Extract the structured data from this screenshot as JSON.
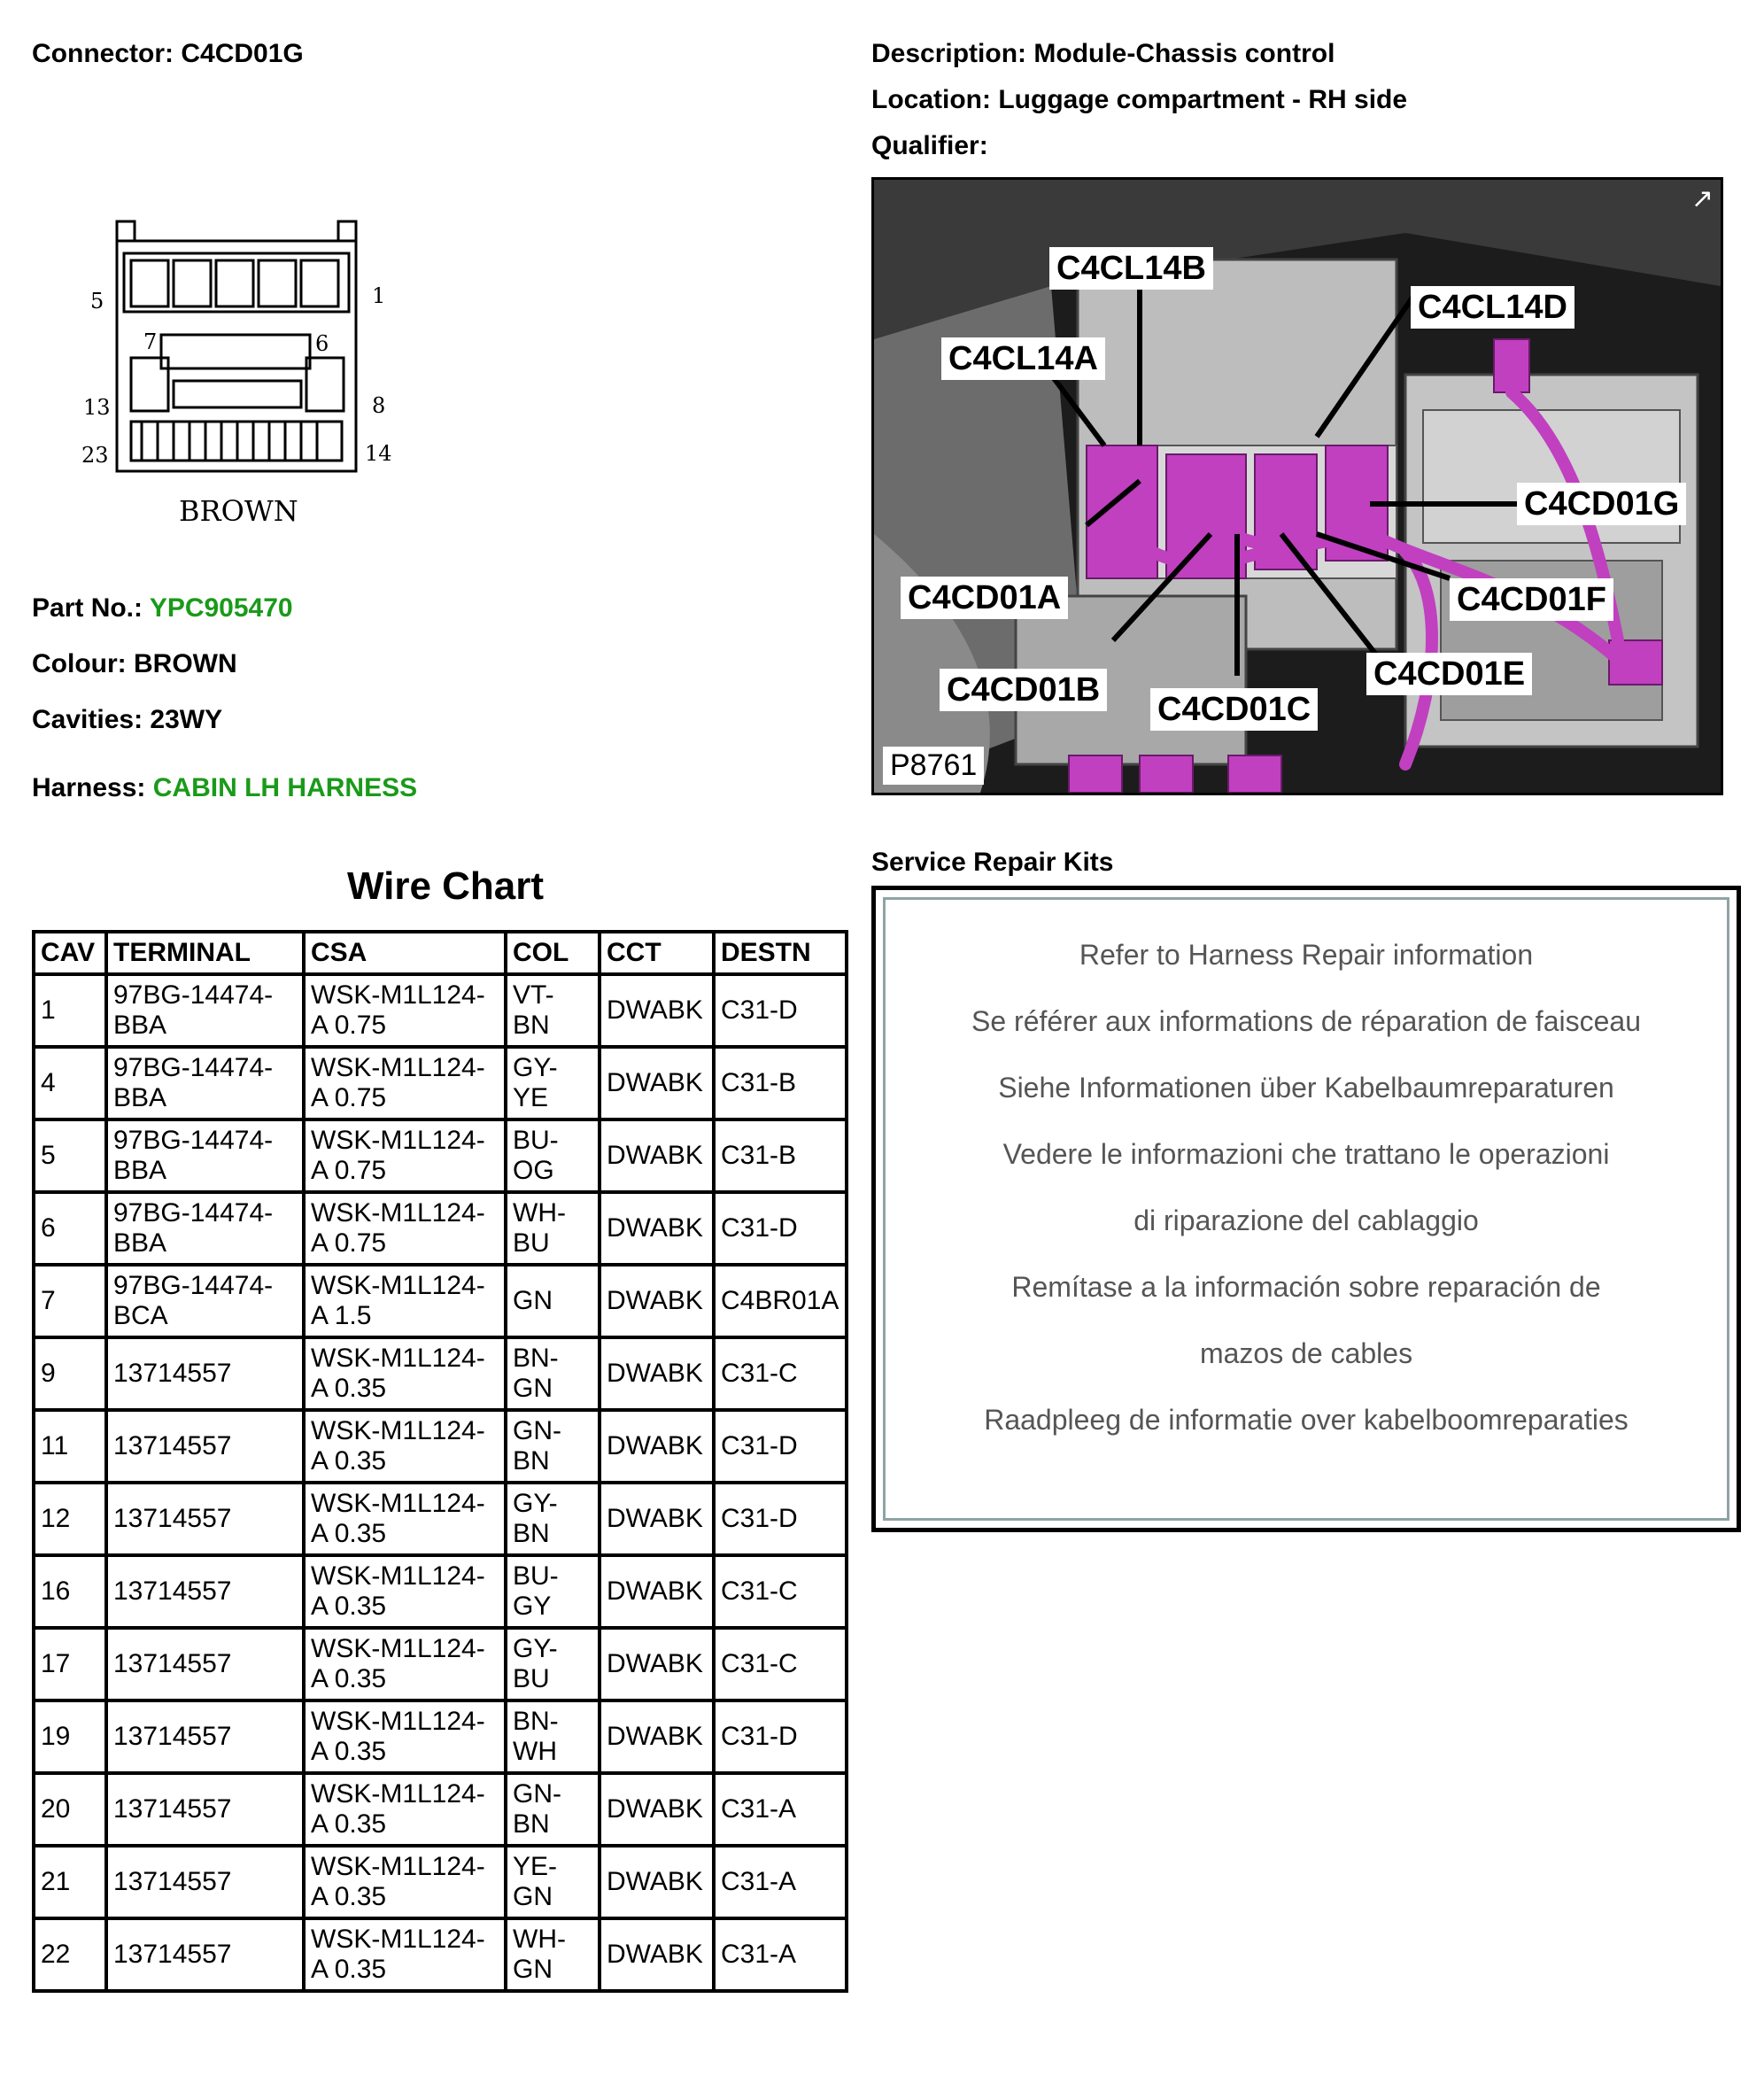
{
  "header": {
    "connector_label": "Connector:",
    "connector_value": "C4CD01G",
    "description_label": "Description:",
    "description_value": "Module-Chassis control",
    "location_label": "Location:",
    "location_value": "Luggage compartment - RH side",
    "qualifier_label": "Qualifier:"
  },
  "connector_view": {
    "pin_labels": [
      "5",
      "1",
      "7",
      "6",
      "13",
      "8",
      "23",
      "14"
    ],
    "colour_caption": "BROWN"
  },
  "details": {
    "part_no_label": "Part No.:",
    "part_no_value": "YPC905470",
    "colour_label": "Colour:",
    "colour_value": "BROWN",
    "cavities_label": "Cavities:",
    "cavities_value": "23WY",
    "harness_label": "Harness:",
    "harness_value": "CABIN LH HARNESS",
    "link_color": "#1a9a1a"
  },
  "photo": {
    "id": "P8761",
    "callouts": [
      "C4CL14B",
      "C4CL14D",
      "C4CL14A",
      "C4CD01G",
      "C4CD01A",
      "C4CD01F",
      "C4CD01E",
      "C4CD01B",
      "C4CD01C"
    ],
    "connector_color": "#c040c0"
  },
  "wire_chart": {
    "title": "Wire Chart",
    "headers": [
      "CAV",
      "TERMINAL",
      "CSA",
      "COL",
      "CCT",
      "DESTN"
    ],
    "rows": [
      [
        "1",
        "97BG-14474-\nBBA",
        "WSK-M1L124-\nA 0.75",
        "VT-\nBN",
        "DWABK",
        "C31-D"
      ],
      [
        "4",
        "97BG-14474-\nBBA",
        "WSK-M1L124-\nA 0.75",
        "GY-\nYE",
        "DWABK",
        "C31-B"
      ],
      [
        "5",
        "97BG-14474-\nBBA",
        "WSK-M1L124-\nA 0.75",
        "BU-\nOG",
        "DWABK",
        "C31-B"
      ],
      [
        "6",
        "97BG-14474-\nBBA",
        "WSK-M1L124-\nA 0.75",
        "WH-\nBU",
        "DWABK",
        "C31-D"
      ],
      [
        "7",
        "97BG-14474-\nBCA",
        "WSK-M1L124-\nA 1.5",
        "GN",
        "DWABK",
        "C4BR01A"
      ],
      [
        "9",
        "13714557",
        "WSK-M1L124-\nA 0.35",
        "BN-\nGN",
        "DWABK",
        "C31-C"
      ],
      [
        "11",
        "13714557",
        "WSK-M1L124-\nA 0.35",
        "GN-\nBN",
        "DWABK",
        "C31-D"
      ],
      [
        "12",
        "13714557",
        "WSK-M1L124-\nA 0.35",
        "GY-\nBN",
        "DWABK",
        "C31-D"
      ],
      [
        "16",
        "13714557",
        "WSK-M1L124-\nA 0.35",
        "BU-\nGY",
        "DWABK",
        "C31-C"
      ],
      [
        "17",
        "13714557",
        "WSK-M1L124-\nA 0.35",
        "GY-\nBU",
        "DWABK",
        "C31-C"
      ],
      [
        "19",
        "13714557",
        "WSK-M1L124-\nA 0.35",
        "BN-\nWH",
        "DWABK",
        "C31-D"
      ],
      [
        "20",
        "13714557",
        "WSK-M1L124-\nA 0.35",
        "GN-\nBN",
        "DWABK",
        "C31-A"
      ],
      [
        "21",
        "13714557",
        "WSK-M1L124-\nA 0.35",
        "YE-\nGN",
        "DWABK",
        "C31-A"
      ],
      [
        "22",
        "13714557",
        "WSK-M1L124-\nA 0.35",
        "WH-\nGN",
        "DWABK",
        "C31-A"
      ]
    ]
  },
  "service_repair": {
    "title": "Service Repair Kits",
    "lines": [
      "Refer to Harness Repair information",
      "Se référer aux informations de réparation de faisceau",
      "Siehe Informationen über Kabelbaumreparaturen",
      "Vedere le informazioni che trattano le operazioni",
      "di riparazione del cablaggio",
      "Remítase a la información sobre reparación de",
      "mazos de cables",
      "Raadpleeg de informatie over kabelboomreparaties"
    ]
  }
}
